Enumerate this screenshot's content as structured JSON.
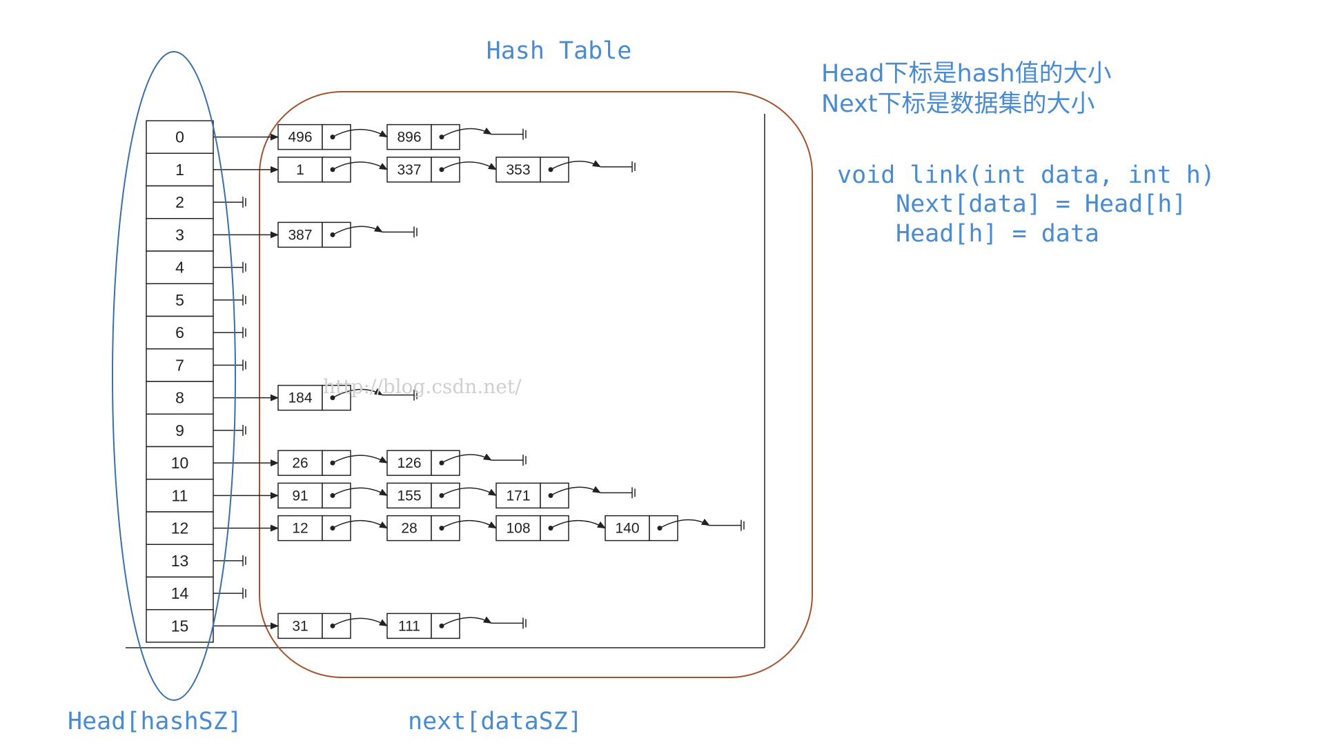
{
  "title": "Hash Table",
  "notes": [
    "Head下标是hash值的大小",
    "Next下标是数据集的大小"
  ],
  "code": [
    "void link(int data, int h)",
    "Next[data] = Head[h]",
    "Head[h] = data"
  ],
  "labels": {
    "head": "Head[hashSZ]",
    "next": "next[dataSZ]"
  },
  "watermark": "http://blog.csdn.net/",
  "colors": {
    "accent_blue": "#4a8bd0",
    "ellipse": "#3b6ea5",
    "box": "#a0522d",
    "line": "#222222"
  },
  "buckets": [
    {
      "index": "0",
      "chain": [
        "496",
        "896"
      ]
    },
    {
      "index": "1",
      "chain": [
        "1",
        "337",
        "353"
      ]
    },
    {
      "index": "2",
      "chain": []
    },
    {
      "index": "3",
      "chain": [
        "387"
      ]
    },
    {
      "index": "4",
      "chain": []
    },
    {
      "index": "5",
      "chain": []
    },
    {
      "index": "6",
      "chain": []
    },
    {
      "index": "7",
      "chain": []
    },
    {
      "index": "8",
      "chain": [
        "184"
      ]
    },
    {
      "index": "9",
      "chain": []
    },
    {
      "index": "10",
      "chain": [
        "26",
        "126"
      ]
    },
    {
      "index": "11",
      "chain": [
        "91",
        "155",
        "171"
      ]
    },
    {
      "index": "12",
      "chain": [
        "12",
        "28",
        "108",
        "140"
      ]
    },
    {
      "index": "13",
      "chain": []
    },
    {
      "index": "14",
      "chain": []
    },
    {
      "index": "15",
      "chain": [
        "31",
        "111"
      ]
    }
  ]
}
